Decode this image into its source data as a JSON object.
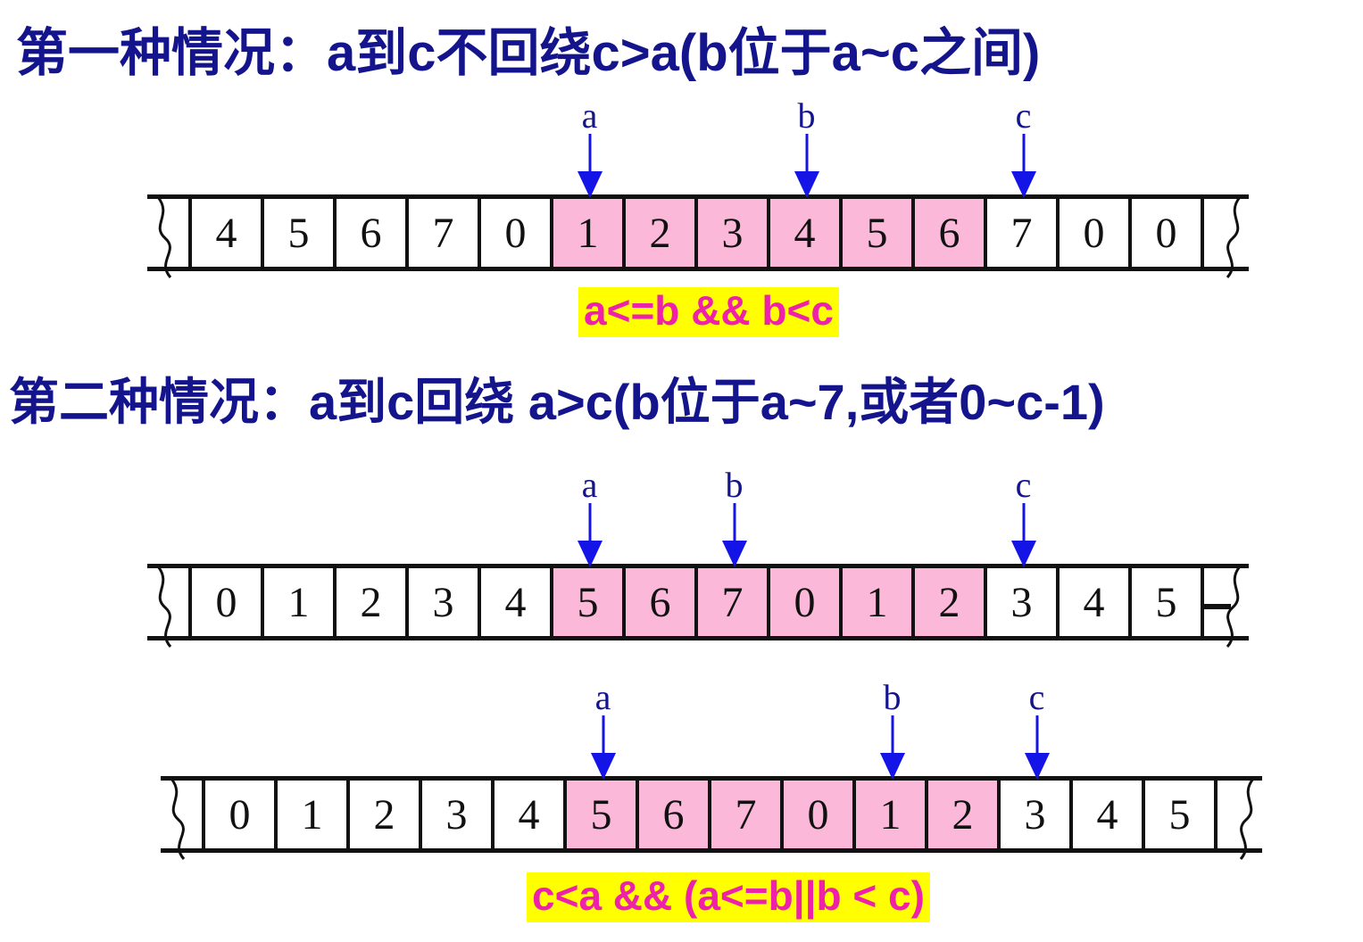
{
  "page": {
    "title_color": "#14148c",
    "highlight_bg": "#ffff00",
    "highlight_fg": "#ee22aa",
    "cell_fill_selected": "#fbb8d9",
    "arrow_color": "#1414e6"
  },
  "sections": [
    {
      "id": "case-1",
      "heading": "第一种情况：a到c不回绕c>a(b位于a~c之间)",
      "formula": "a<=b && b<c"
    },
    {
      "id": "case-2",
      "heading": "第二种情况：a到c回绕 a>c(b位于a~7,或者0~c-1)",
      "formula": "c<a && (a<=b||b < c)"
    }
  ],
  "arrays": [
    {
      "id": "array-row-1",
      "left_break": true,
      "right_break": true,
      "right_break_dash": false,
      "cells": [
        {
          "value": "4",
          "selected": false
        },
        {
          "value": "5",
          "selected": false
        },
        {
          "value": "6",
          "selected": false
        },
        {
          "value": "7",
          "selected": false
        },
        {
          "value": "0",
          "selected": false
        },
        {
          "value": "1",
          "selected": true
        },
        {
          "value": "2",
          "selected": true
        },
        {
          "value": "3",
          "selected": true
        },
        {
          "value": "4",
          "selected": true
        },
        {
          "value": "5",
          "selected": true
        },
        {
          "value": "6",
          "selected": true
        },
        {
          "value": "7",
          "selected": false
        },
        {
          "value": "0",
          "selected": false
        },
        {
          "value": "0",
          "selected": false
        }
      ],
      "pointers": [
        {
          "label": "a",
          "cell_index": 5
        },
        {
          "label": "b",
          "cell_index": 8
        },
        {
          "label": "c",
          "cell_index": 11
        }
      ]
    },
    {
      "id": "array-row-2",
      "left_break": true,
      "right_break": true,
      "right_break_dash": true,
      "cells": [
        {
          "value": "0",
          "selected": false
        },
        {
          "value": "1",
          "selected": false
        },
        {
          "value": "2",
          "selected": false
        },
        {
          "value": "3",
          "selected": false
        },
        {
          "value": "4",
          "selected": false
        },
        {
          "value": "5",
          "selected": true
        },
        {
          "value": "6",
          "selected": true
        },
        {
          "value": "7",
          "selected": true
        },
        {
          "value": "0",
          "selected": true
        },
        {
          "value": "1",
          "selected": true
        },
        {
          "value": "2",
          "selected": true
        },
        {
          "value": "3",
          "selected": false
        },
        {
          "value": "4",
          "selected": false
        },
        {
          "value": "5",
          "selected": false
        }
      ],
      "pointers": [
        {
          "label": "a",
          "cell_index": 5
        },
        {
          "label": "b",
          "cell_index": 7
        },
        {
          "label": "c",
          "cell_index": 11
        }
      ]
    },
    {
      "id": "array-row-3",
      "left_break": true,
      "right_break": true,
      "right_break_dash": false,
      "cells": [
        {
          "value": "0",
          "selected": false
        },
        {
          "value": "1",
          "selected": false
        },
        {
          "value": "2",
          "selected": false
        },
        {
          "value": "3",
          "selected": false
        },
        {
          "value": "4",
          "selected": false
        },
        {
          "value": "5",
          "selected": true
        },
        {
          "value": "6",
          "selected": true
        },
        {
          "value": "7",
          "selected": true
        },
        {
          "value": "0",
          "selected": true
        },
        {
          "value": "1",
          "selected": true
        },
        {
          "value": "2",
          "selected": true
        },
        {
          "value": "3",
          "selected": false
        },
        {
          "value": "4",
          "selected": false
        },
        {
          "value": "5",
          "selected": false
        }
      ],
      "pointers": [
        {
          "label": "a",
          "cell_index": 5
        },
        {
          "label": "b",
          "cell_index": 9
        },
        {
          "label": "c",
          "cell_index": 11
        }
      ]
    }
  ]
}
